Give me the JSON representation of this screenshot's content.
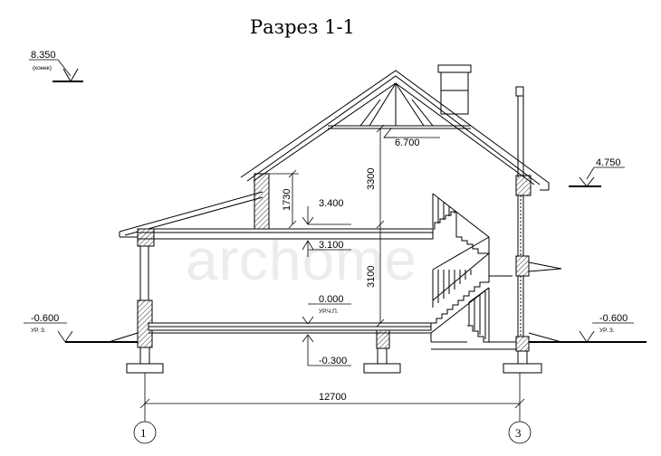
{
  "title": "Разрез 1-1",
  "watermark": "archome",
  "levels": {
    "ridge": {
      "value": "8.350",
      "note": "(конек)"
    },
    "eave": {
      "value": "4.750"
    },
    "ground_left": {
      "value": "-0.600",
      "note": "УР. З."
    },
    "ground_right": {
      "value": "-0.600",
      "note": "УР. З."
    },
    "attic_ceiling": {
      "value": "6.700"
    },
    "second_floor": {
      "value": "3.400"
    },
    "second_ceiling": {
      "value": "3.100"
    },
    "first_floor": {
      "value": "0.000",
      "note": "УР.Ч.П."
    },
    "foundation": {
      "value": "-0.300"
    }
  },
  "dimensions": {
    "attic_height": "3300",
    "knee_wall": "1730",
    "first_height": "3100",
    "total_width": "12700"
  },
  "axes": {
    "left": "1",
    "right": "3"
  },
  "colors": {
    "line": "#000000",
    "wall_fill": "#ffffff"
  }
}
